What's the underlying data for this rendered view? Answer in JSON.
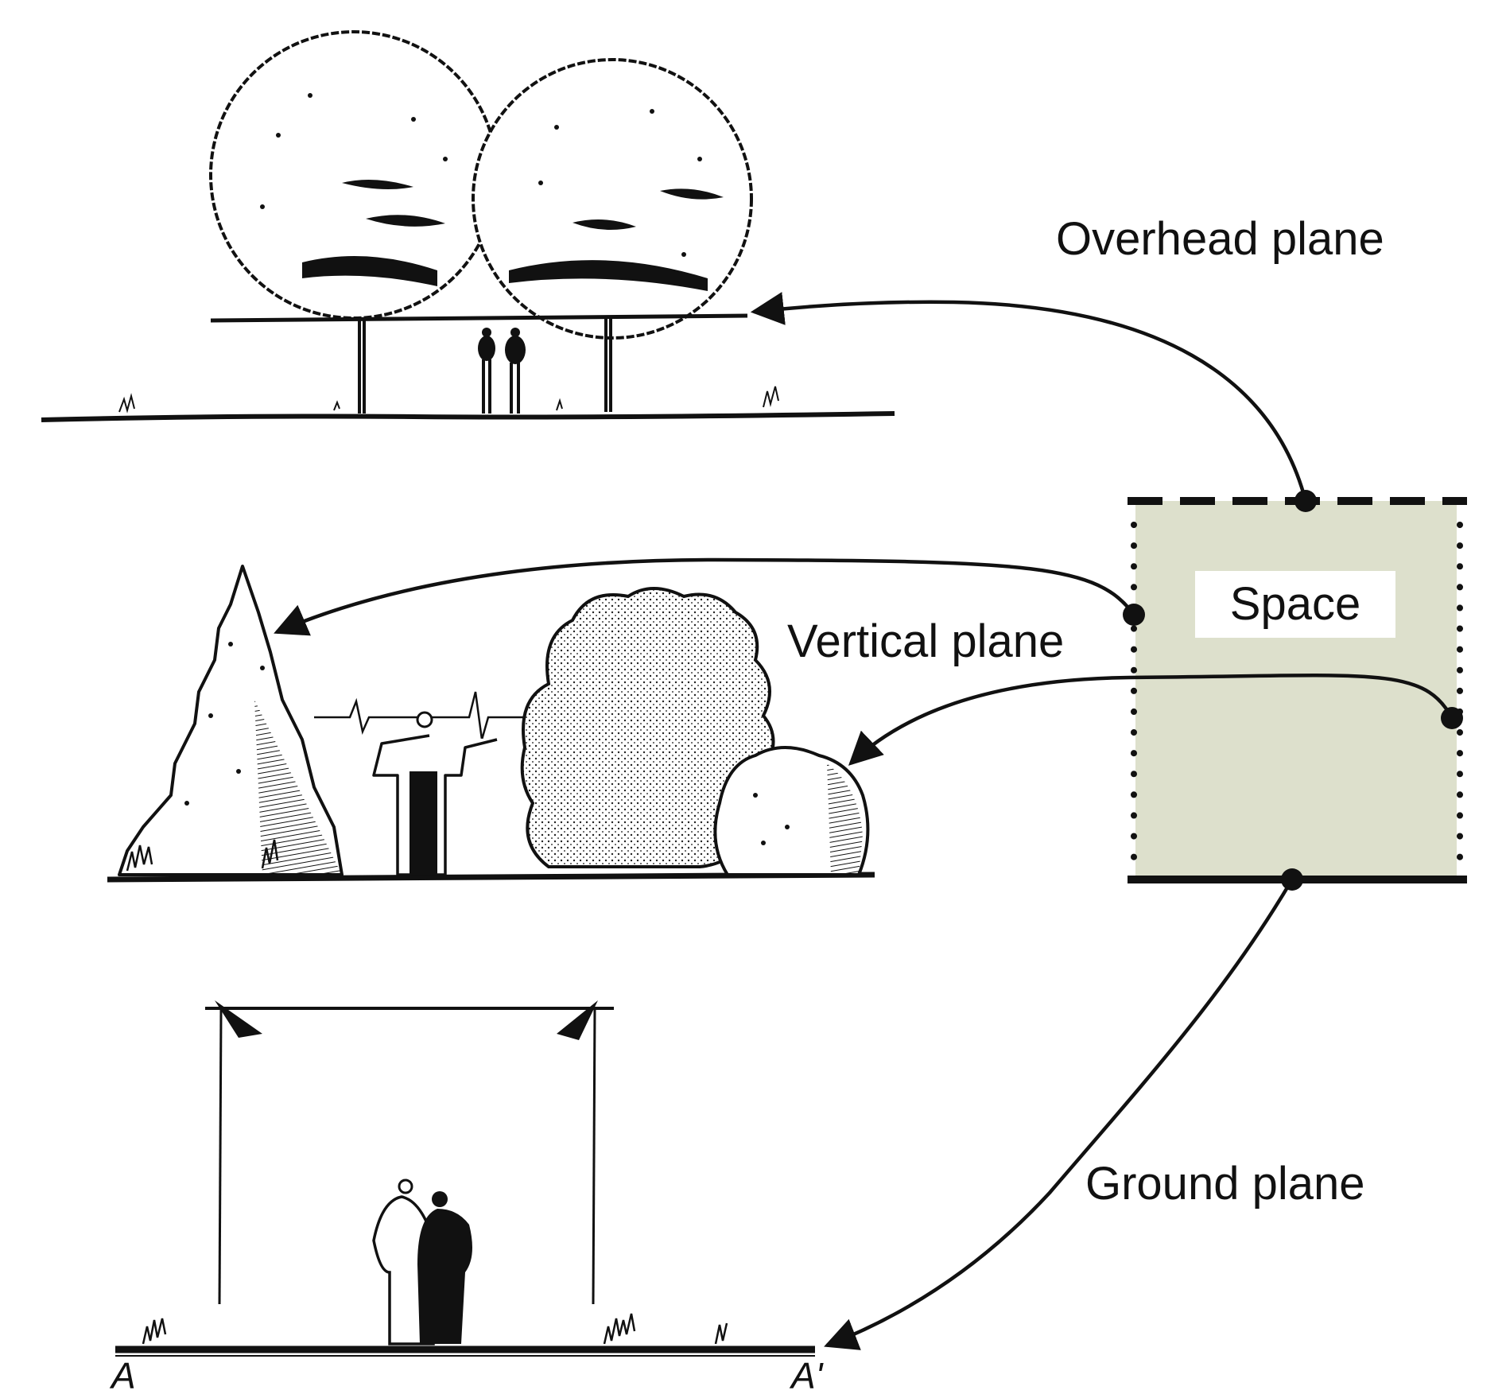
{
  "labels": {
    "overhead": "Overhead plane",
    "vertical": "Vertical plane",
    "ground": "Ground plane",
    "space": "Space",
    "section_start": "A",
    "section_end": "A'"
  },
  "colors": {
    "ink": "#111111",
    "space_fill": "#dde0cc",
    "paper": "#ffffff"
  },
  "icons": {
    "overhead_sketch": "two-round-trees-with-canopy-icon",
    "vertical_sketch": "conifer-and-shrubs-with-person-icon",
    "ground_sketch": "open-ground-with-two-people-icon"
  }
}
